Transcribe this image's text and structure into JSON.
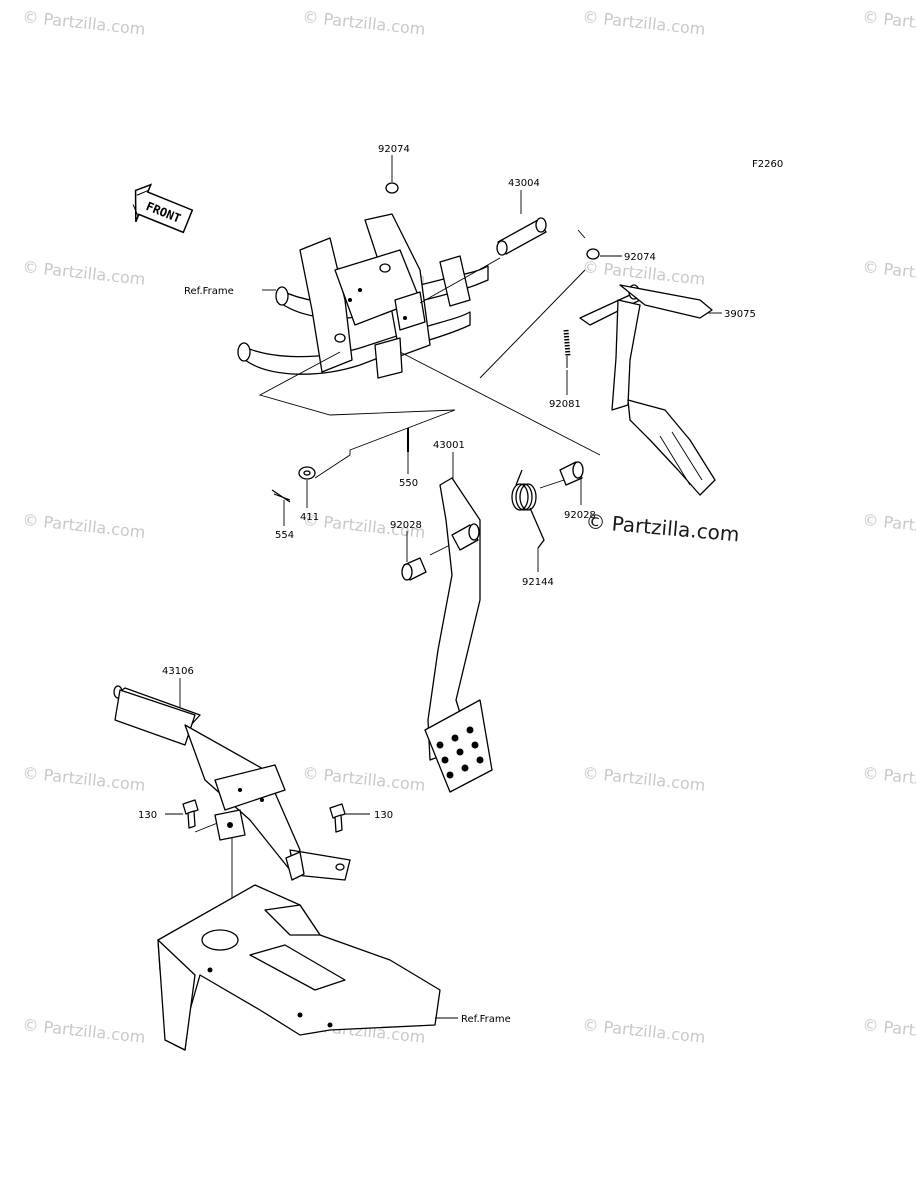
{
  "diagram": {
    "figure_code": "F2260",
    "front_arrow_text": "FRONT",
    "watermark_text": "© Partzilla.com",
    "watermark_main": "© Partzilla.com",
    "labels": {
      "p92074_top": "92074",
      "p43004": "43004",
      "p92074_right": "92074",
      "ref_frame_top": "Ref.Frame",
      "p39075": "39075",
      "p92081": "92081",
      "p550": "550",
      "p43001": "43001",
      "p411": "411",
      "p554": "554",
      "p92028_left": "92028",
      "p92028_right": "92028",
      "p92144": "92144",
      "p43106": "43106",
      "p130_left": "130",
      "p130_right": "130",
      "ref_frame_bottom": "Ref.Frame"
    }
  }
}
